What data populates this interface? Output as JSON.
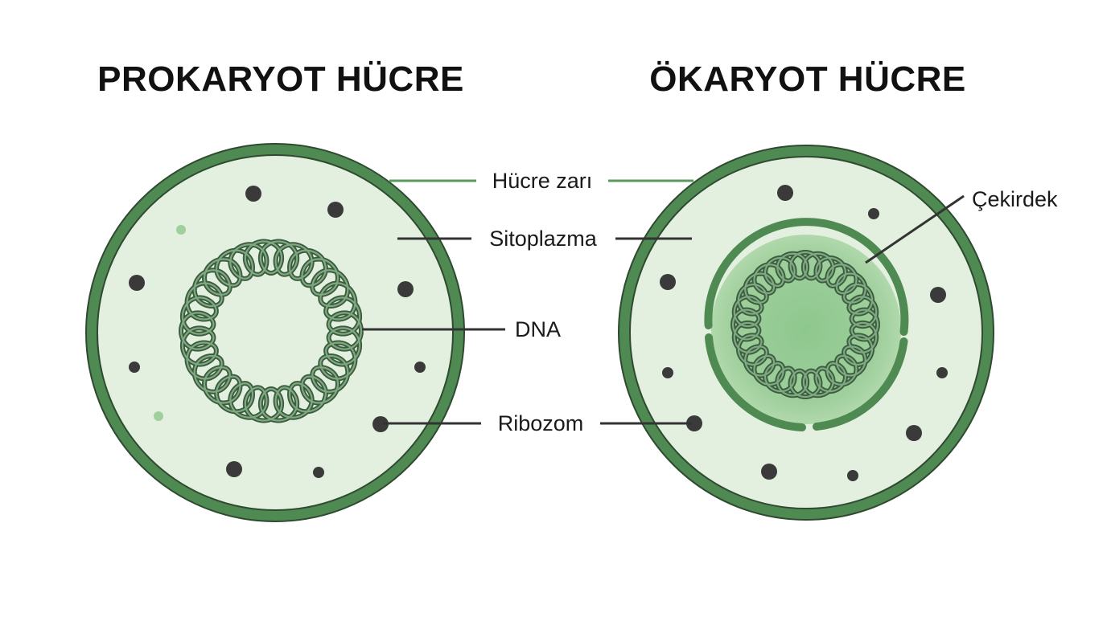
{
  "titles": {
    "prokaryote": "PROKARYOT HÜCRE",
    "eukaryote": "ÖKARYOT HÜCRE"
  },
  "labels": {
    "cell_membrane": "Hücre zarı",
    "cytoplasm": "Sitoplazma",
    "dna": "DNA",
    "ribosome": "Ribozom",
    "nucleus": "Çekirdek"
  },
  "colors": {
    "membrane": "#4e8a52",
    "membrane_edge": "#2f4a30",
    "cytoplasm": "#e3f0df",
    "nucleus_fill": "#8cc48c",
    "dna_stroke": "#3c5c3e",
    "ribosome": "#3a3a3a",
    "leader_green": "#5a9a5e",
    "leader_dark": "#333333"
  }
}
